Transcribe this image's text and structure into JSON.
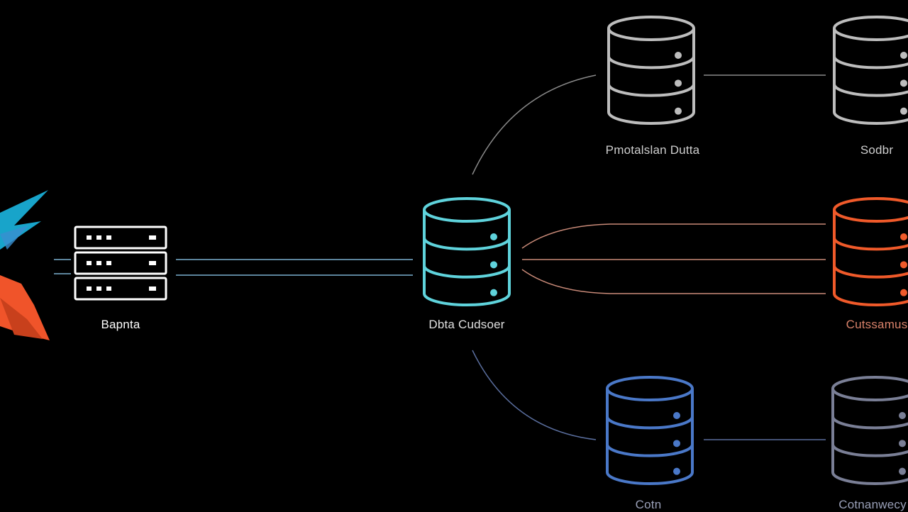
{
  "colors": {
    "background": "#000000",
    "gray": "#bdbdbd",
    "cyan": "#5fd3dc",
    "orange": "#f05a2a",
    "blue": "#4a78c8",
    "slate": "#7a7f96",
    "link_gray": "#8a8a8a",
    "link_cyan": "#7ab0d0",
    "link_orange": "#c98a78",
    "logo_blue": "#1bb6e0",
    "logo_orange": "#f0542a"
  },
  "nodes": {
    "server": {
      "label": "Bapnta",
      "icon": "server-icon"
    },
    "hub": {
      "label": "Dbta Cudsoer",
      "icon": "database-icon"
    },
    "top_left": {
      "label": "Pmotalslan Dutta",
      "icon": "database-icon"
    },
    "top_right": {
      "label": "Sodbr",
      "icon": "database-icon"
    },
    "mid_right": {
      "label": "Cutssamus",
      "icon": "database-icon"
    },
    "bottom_left": {
      "label": "Cotn",
      "icon": "database-icon"
    },
    "bottom_right": {
      "label": "Cotnanwecy",
      "icon": "database-icon"
    }
  }
}
